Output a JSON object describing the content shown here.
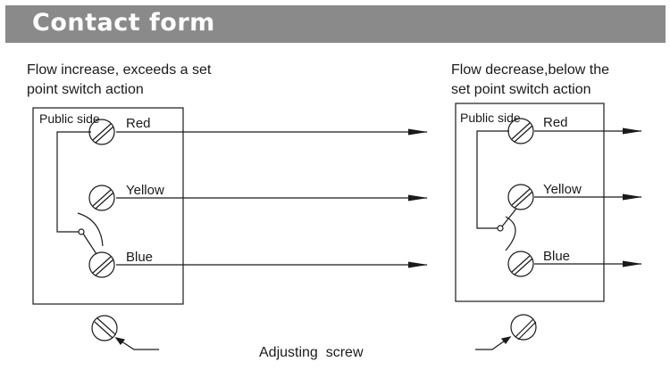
{
  "title": "Contact form",
  "diagrams": {
    "left": {
      "caption_line1": "Flow increase, exceeds a set",
      "caption_line2": "point switch action",
      "public_side_label": "Public side",
      "wires": [
        "Red",
        "Yellow",
        "Blue"
      ]
    },
    "right": {
      "caption_line1": "Flow  decrease,below the",
      "caption_line2": "set point switch action",
      "public_side_label": "Public side",
      "wires": [
        "Red",
        "Yellow",
        "Blue"
      ]
    }
  },
  "adjusting_screw_label": "Adjusting  screw"
}
